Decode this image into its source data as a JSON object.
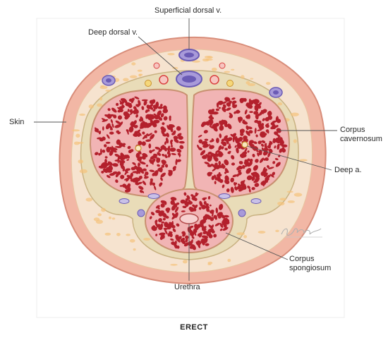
{
  "labels": {
    "superficial_dorsal_vein": "Superficial dorsal v.",
    "deep_dorsal_vein": "Deep dorsal v.",
    "skin": "Skin",
    "corpus_cavernosum_line1": "Corpus",
    "corpus_cavernosum_line2": "cavernosum",
    "deep_artery": "Deep a.",
    "corpus_spongiosum_line1": "Corpus",
    "corpus_spongiosum_line2": "spongiosum",
    "urethra": "Urethra"
  },
  "caption": "ERECT",
  "colors": {
    "skin": "#f2b7a5",
    "skin_edge": "#d88d7a",
    "fascia": "#f6e3cf",
    "tunica": "#e9dcb8",
    "tissue": "#f1b4b4",
    "sinusoid": "#b3202c",
    "vein": "#6b5bb5",
    "vein_light": "#a89ad9",
    "artery": "#d94040",
    "fat": "#f5c27a",
    "leader": "#555555"
  },
  "signature_visible": true
}
